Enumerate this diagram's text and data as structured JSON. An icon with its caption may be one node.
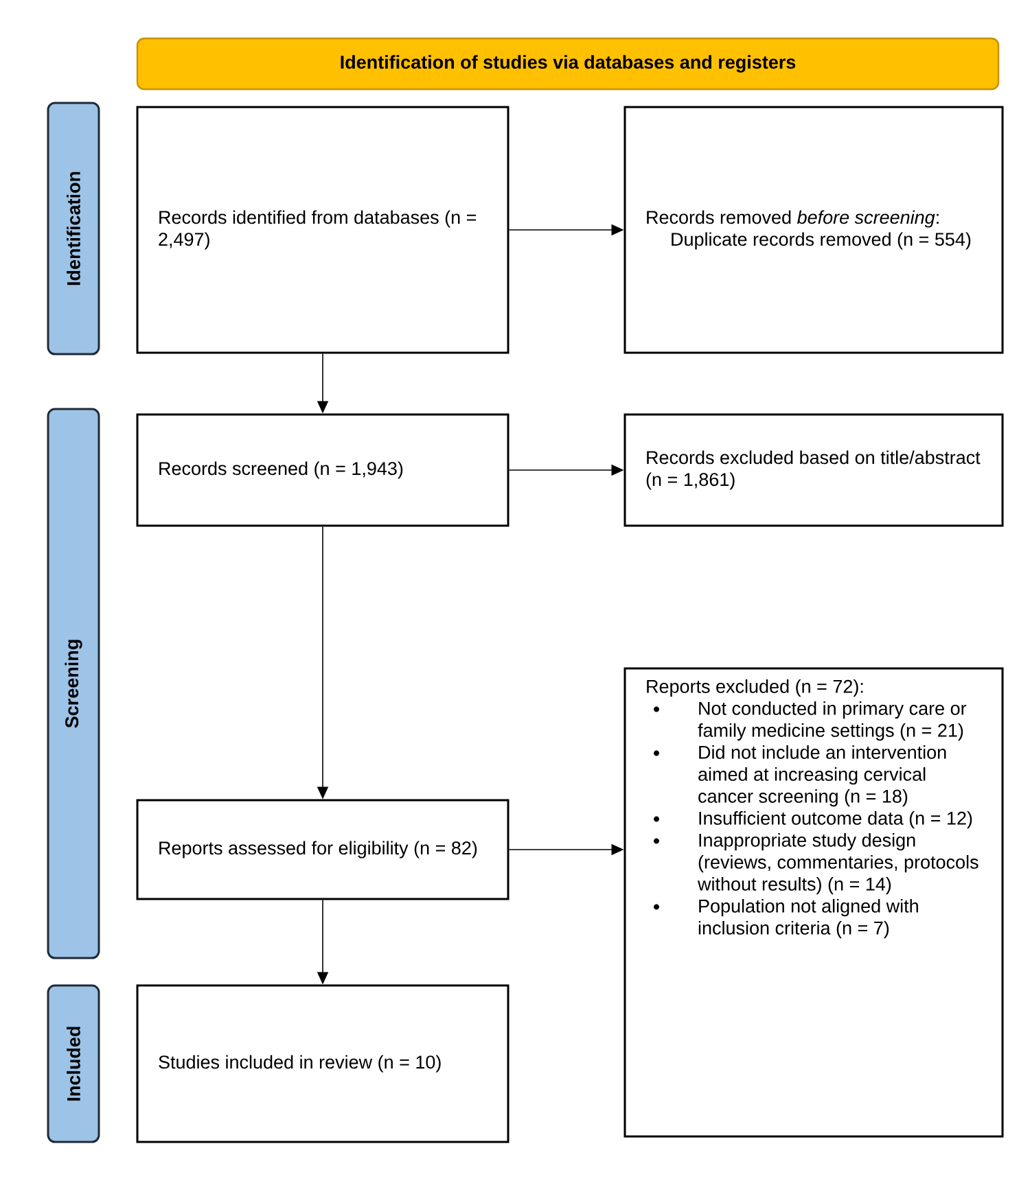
{
  "diagram": {
    "nodes": [
      {
        "text": [
          "Identification of studies via databases and registers"
        ]
      },
      {
        "text": [
          "Identification"
        ]
      },
      {
        "text": [
          "Screening"
        ]
      },
      {
        "text": [
          "Included"
        ]
      },
      {
        "text": [
          "Records identified from databases (n = 2,497)"
        ]
      },
      {
        "text": [
          "Records removed *before screening*:",
          "Duplicate records removed (n = 554)"
        ]
      },
      {
        "text": [
          "Records screened (n = 1,943)"
        ]
      },
      {
        "text": [
          "Records excluded based on title/abstract (n = 1,861)"
        ]
      },
      {
        "text": [
          "Reports assessed for eligibility (n = 82)"
        ]
      },
      {
        "text": [
          "Reports excluded (n = 72):",
          "Not conducted in primary care or family medicine settings (n = 21)",
          "Did not include an intervention aimed at increasing cervical cancer screening (n = 18)",
          "Insufficient outcome data (n = 12)",
          "Inappropriate study design (reviews, commentaries, protocols without results) (n = 14)",
          "Population not aligned with inclusion criteria (n = 7)"
        ]
      },
      {
        "text": [
          "Studies included in review (n = 10)"
        ]
      }
    ],
    "edges": [
      {
        "from": 4,
        "to": 5,
        "arrow": "to"
      },
      {
        "from": 4,
        "to": 6,
        "arrow": "to"
      },
      {
        "from": 6,
        "to": 7,
        "arrow": "to"
      },
      {
        "from": 6,
        "to": 8,
        "arrow": "to"
      },
      {
        "from": 8,
        "to": 9,
        "arrow": "to"
      },
      {
        "from": 8,
        "to": 10,
        "arrow": "to"
      }
    ]
  }
}
